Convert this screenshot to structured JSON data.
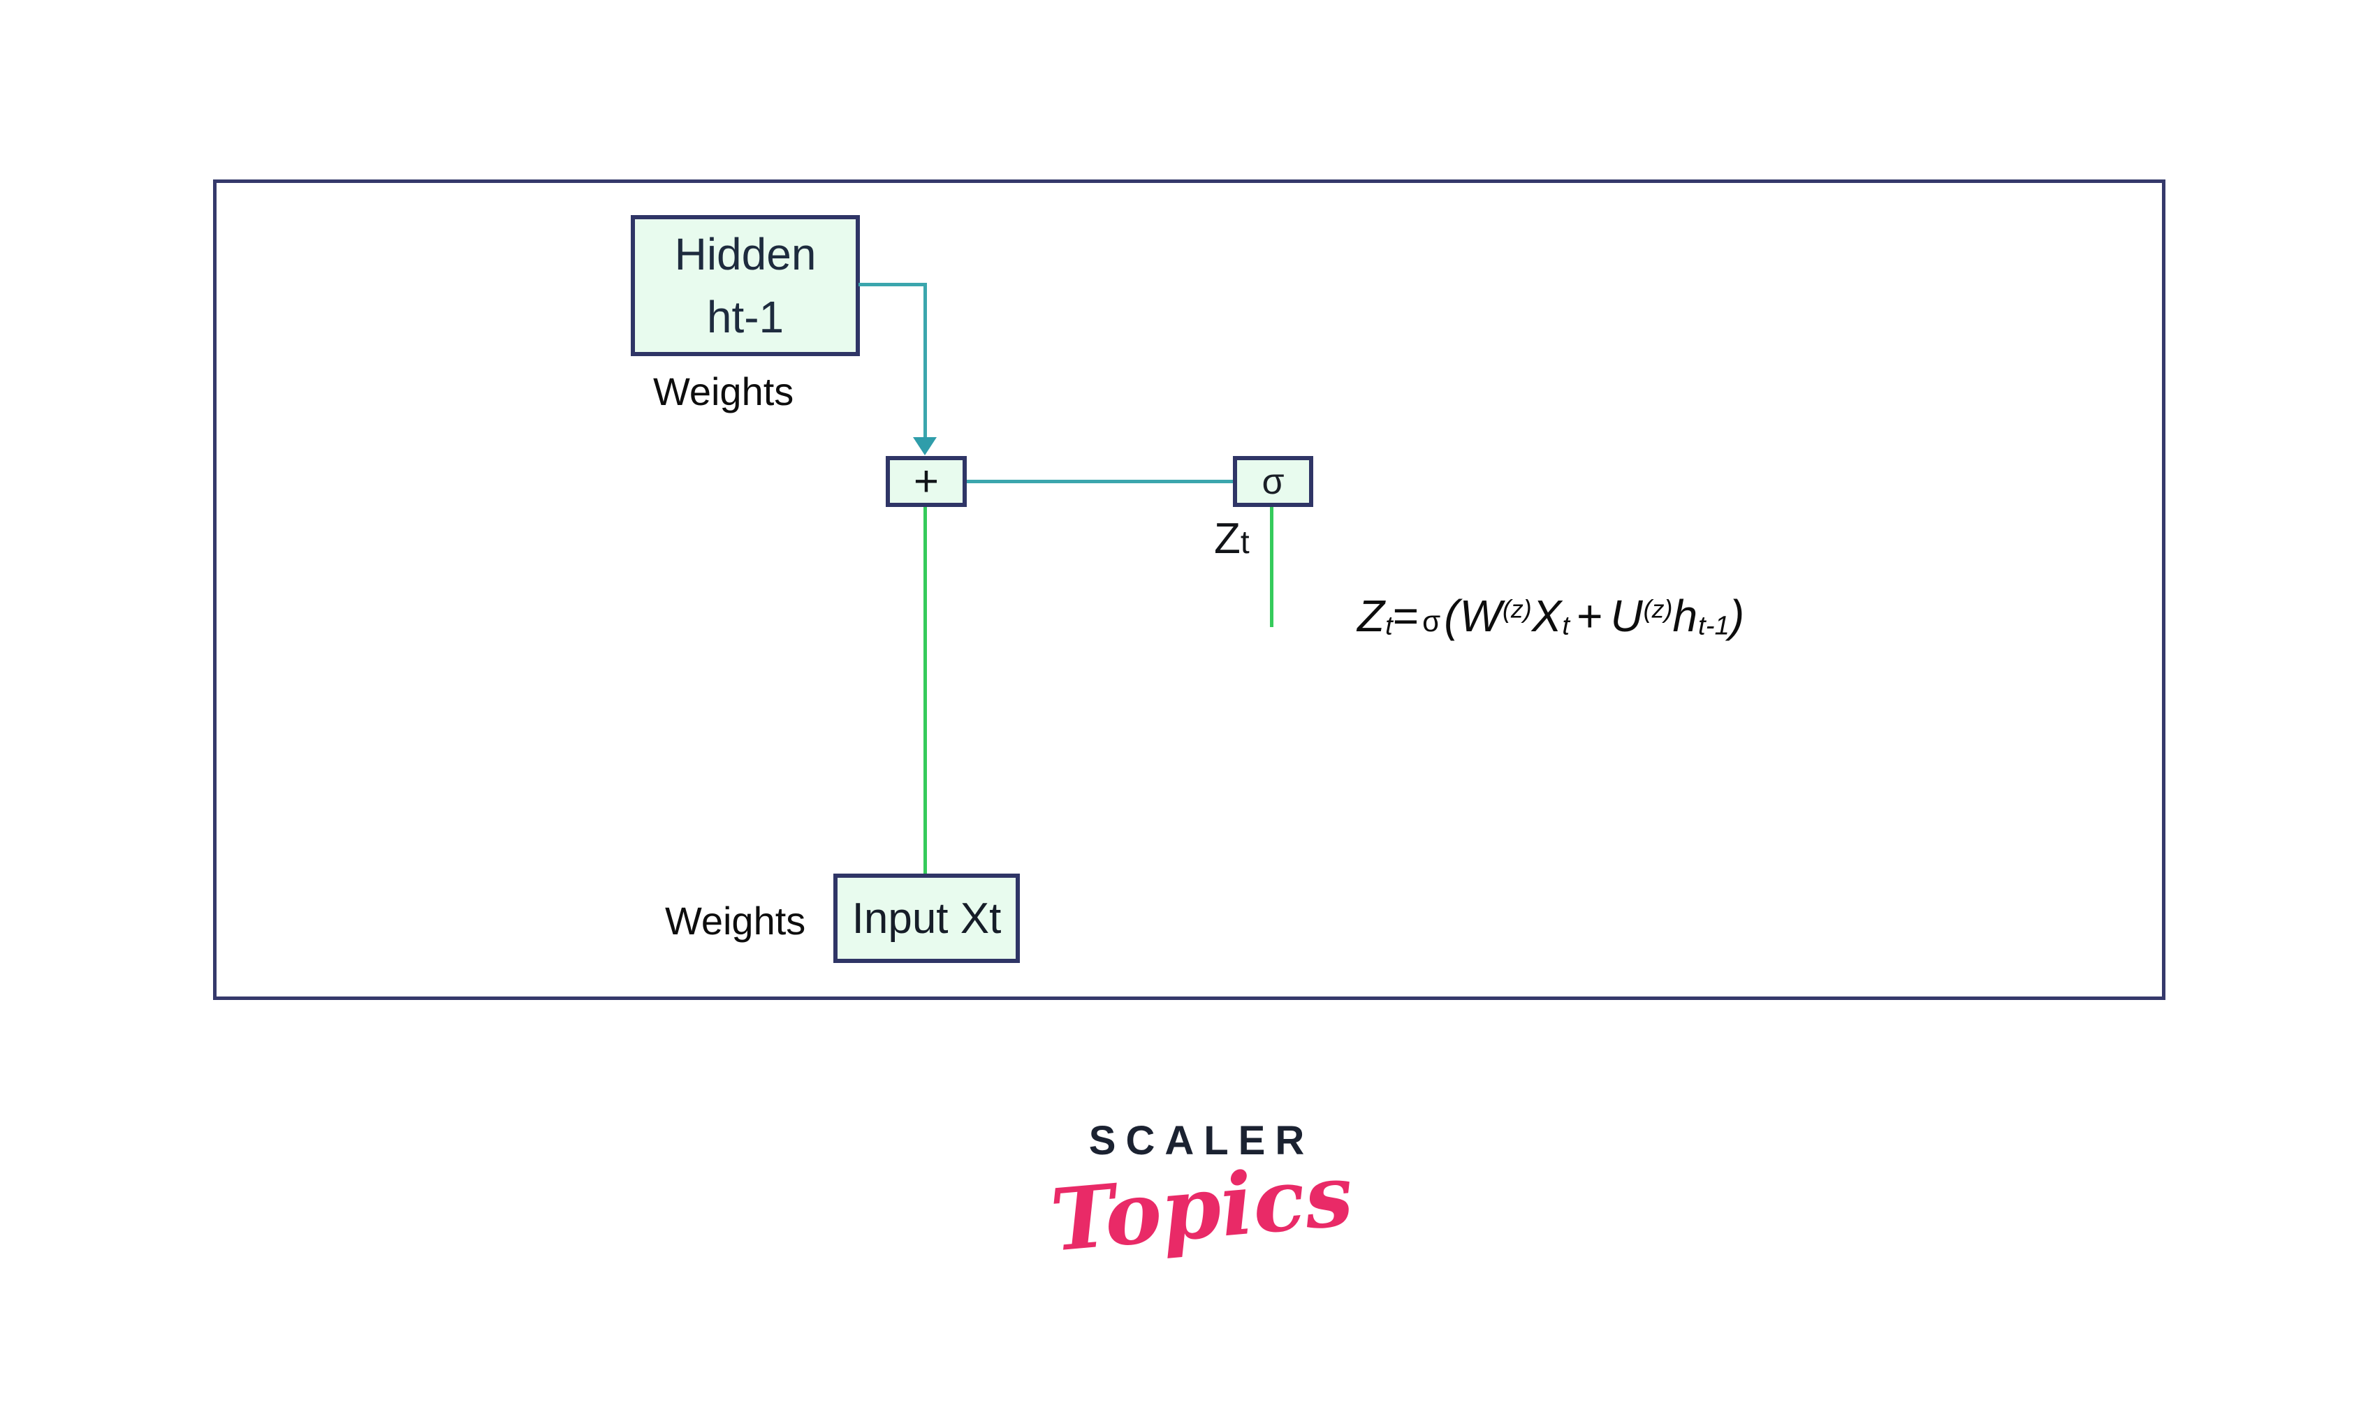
{
  "diagram": {
    "nodes": {
      "hidden": {
        "line1": "Hidden",
        "line2": "ht-1"
      },
      "plus": {
        "label": "+"
      },
      "sigma": {
        "label": "σ"
      },
      "input": {
        "label": "Input Xt"
      }
    },
    "labels": {
      "weights_top": "Weights",
      "weights_bottom": "Weights",
      "zt": {
        "z": "Z",
        "t": "t"
      }
    },
    "formula": {
      "z": "Z",
      "z_sub": "t",
      "equals": "=",
      "sigma": "σ",
      "open": "(",
      "w": "W",
      "w_sup": "(z)",
      "x": "X",
      "x_sub": "t",
      "plus": "+",
      "u": "U",
      "u_sup": "(z)",
      "h": "h",
      "h_sub": "t-1",
      "close": ")"
    },
    "colors": {
      "frame_border": "#35396b",
      "node_border": "#2f3566",
      "node_fill": "#e8fbee",
      "teal_connector": "#3ba6ad",
      "green_connector": "#35cb5b",
      "node_text": "#1e2b3e",
      "label_text": "#0d0d0d"
    }
  },
  "logo": {
    "brand": "SCALER",
    "script": "Topics",
    "brand_color": "#1b2231",
    "script_color": "#e92a67"
  }
}
